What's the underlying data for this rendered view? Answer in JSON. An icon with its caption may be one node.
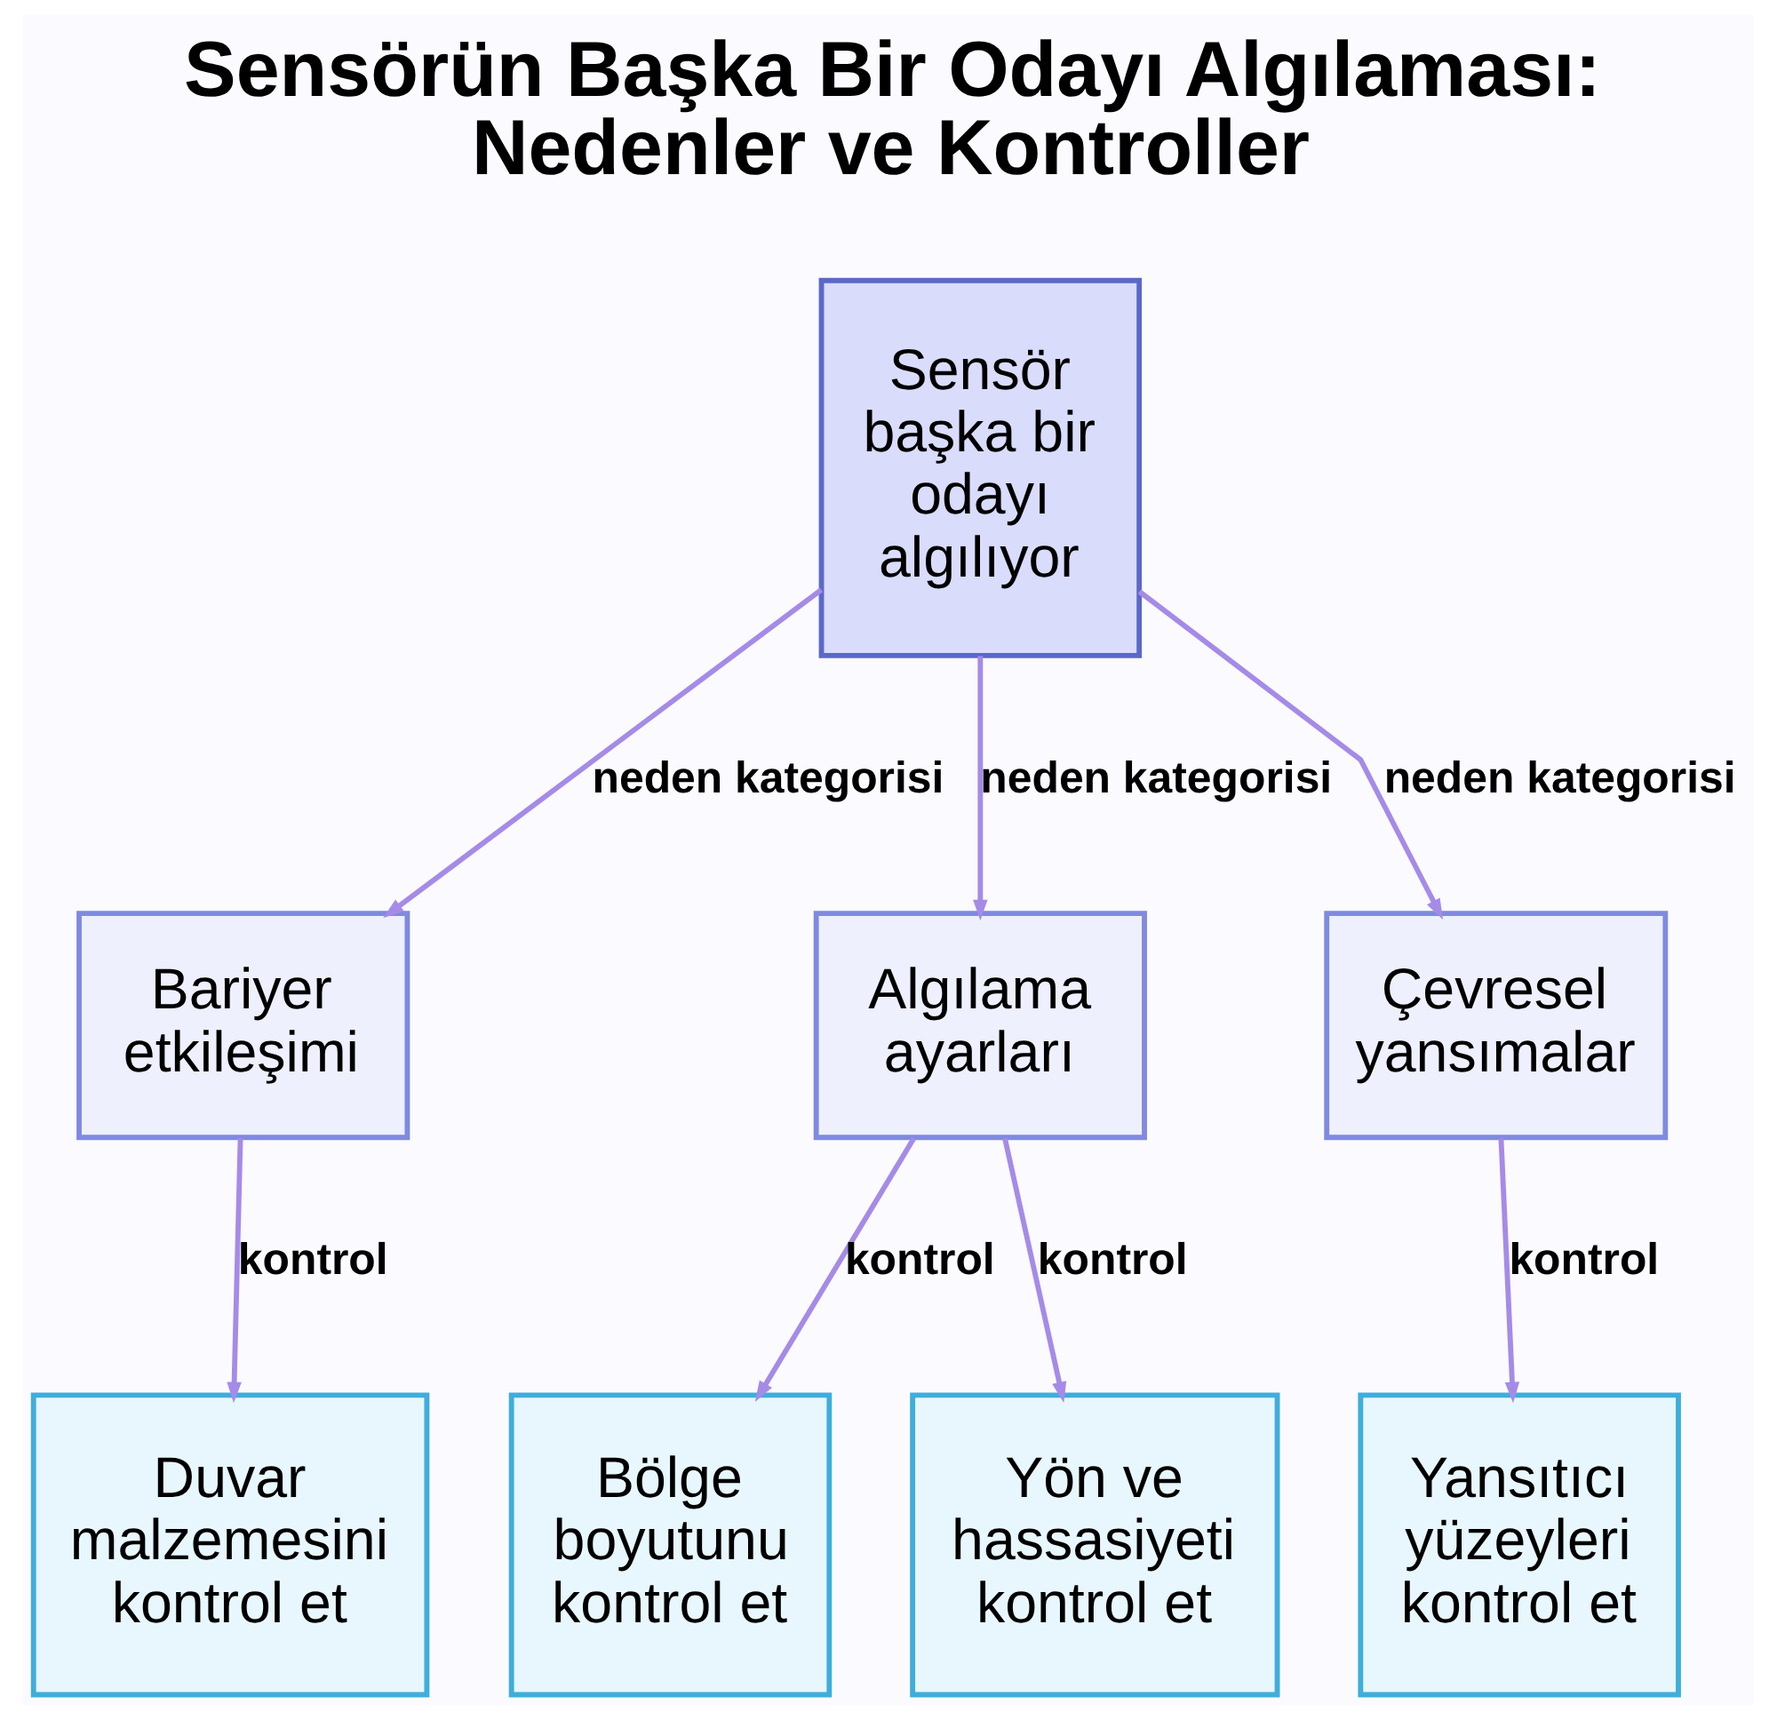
{
  "diagram": {
    "title": "Sensörün Başka Bir Odayı Algılaması: Nedenler ve Kontroller",
    "nodes": [
      {
        "text": [
          "Sensör başka bir odayı algılıyor"
        ]
      },
      {
        "text": [
          "Bariyer etkileşimi"
        ]
      },
      {
        "text": [
          "Algılama ayarları"
        ]
      },
      {
        "text": [
          "Çevresel yansımalar"
        ]
      },
      {
        "text": [
          "Duvar malzemesini kontrol et"
        ]
      },
      {
        "text": [
          "Bölge boyutunu kontrol et"
        ]
      },
      {
        "text": [
          "Yön ve hassasiyeti kontrol et"
        ]
      },
      {
        "text": [
          "Yansıtıcı yüzeyleri kontrol et"
        ]
      }
    ],
    "edges": [
      {
        "from": 0,
        "to": 1,
        "arrow": "to",
        "label": "neden kategorisi"
      },
      {
        "from": 0,
        "to": 2,
        "arrow": "to",
        "label": "neden kategorisi"
      },
      {
        "from": 0,
        "to": 3,
        "arrow": "to",
        "label": "neden kategorisi"
      },
      {
        "from": 1,
        "to": 4,
        "arrow": "to",
        "label": "kontrol"
      },
      {
        "from": 2,
        "to": 5,
        "arrow": "to",
        "label": "kontrol"
      },
      {
        "from": 2,
        "to": 6,
        "arrow": "to",
        "label": "kontrol"
      },
      {
        "from": 3,
        "to": 7,
        "arrow": "to",
        "label": "kontrol"
      }
    ]
  }
}
